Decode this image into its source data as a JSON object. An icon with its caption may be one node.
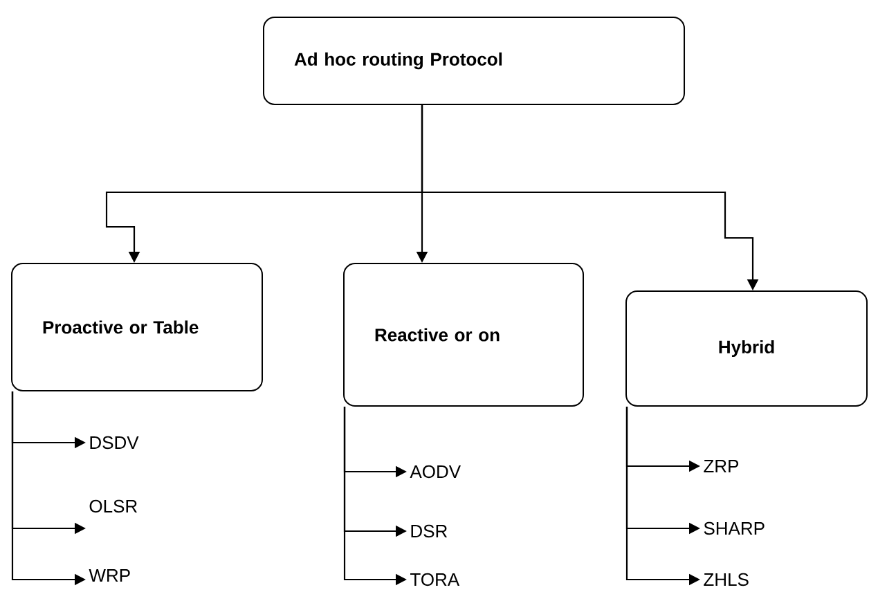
{
  "diagram": {
    "nodes": [
      {
        "text": [
          "Ad hoc routing Protocol"
        ]
      },
      {
        "text": [
          "Proactive or Table"
        ]
      },
      {
        "text": [
          "Reactive or on"
        ]
      },
      {
        "text": [
          "Hybrid"
        ]
      },
      {
        "text": [
          "DSDV"
        ]
      },
      {
        "text": [
          "OLSR"
        ]
      },
      {
        "text": [
          "WRP"
        ]
      },
      {
        "text": [
          "AODV"
        ]
      },
      {
        "text": [
          "DSR"
        ]
      },
      {
        "text": [
          "TORA"
        ]
      },
      {
        "text": [
          "ZRP"
        ]
      },
      {
        "text": [
          "SHARP"
        ]
      },
      {
        "text": [
          "ZHLS"
        ]
      }
    ],
    "edges": [
      {
        "from": 0,
        "to": 1,
        "arrow": "to"
      },
      {
        "from": 0,
        "to": 2,
        "arrow": "to"
      },
      {
        "from": 0,
        "to": 3,
        "arrow": "to"
      },
      {
        "from": 1,
        "to": 4,
        "arrow": "to"
      },
      {
        "from": 1,
        "to": 5,
        "arrow": "to"
      },
      {
        "from": 1,
        "to": 6,
        "arrow": "to"
      },
      {
        "from": 2,
        "to": 7,
        "arrow": "to"
      },
      {
        "from": 2,
        "to": 8,
        "arrow": "to"
      },
      {
        "from": 2,
        "to": 9,
        "arrow": "to"
      },
      {
        "from": 3,
        "to": 10,
        "arrow": "to"
      },
      {
        "from": 3,
        "to": 11,
        "arrow": "to"
      },
      {
        "from": 3,
        "to": 12,
        "arrow": "to"
      }
    ]
  }
}
